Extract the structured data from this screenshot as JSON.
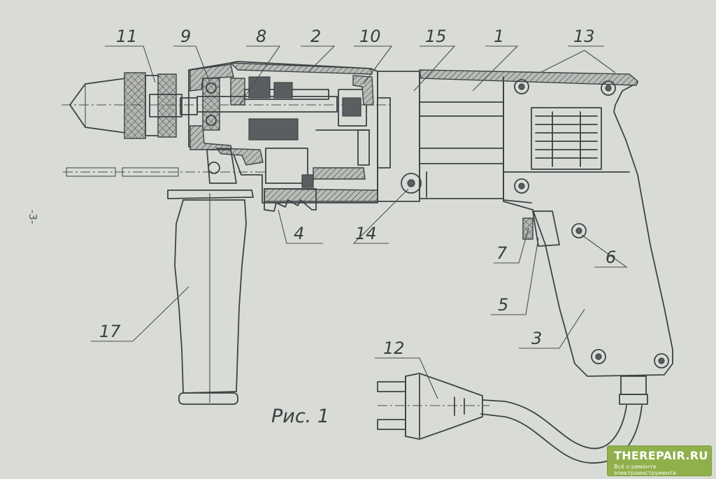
{
  "caption": "Рис. 1",
  "page_number": "-3-",
  "callouts": [
    {
      "id": "11",
      "label": "11"
    },
    {
      "id": "9",
      "label": "9"
    },
    {
      "id": "8",
      "label": "8"
    },
    {
      "id": "2",
      "label": "2"
    },
    {
      "id": "10",
      "label": "10"
    },
    {
      "id": "15",
      "label": "15"
    },
    {
      "id": "1",
      "label": "1"
    },
    {
      "id": "13",
      "label": "13"
    },
    {
      "id": "4",
      "label": "4"
    },
    {
      "id": "14",
      "label": "14"
    },
    {
      "id": "7",
      "label": "7"
    },
    {
      "id": "6",
      "label": "6"
    },
    {
      "id": "5",
      "label": "5"
    },
    {
      "id": "3",
      "label": "3"
    },
    {
      "id": "17",
      "label": "17"
    },
    {
      "id": "12",
      "label": "12"
    }
  ],
  "watermark": {
    "title": "THEREPAIR.RU",
    "subtitle": "Всё о ремонте электроинструмента",
    "color": "#8fb04a"
  }
}
